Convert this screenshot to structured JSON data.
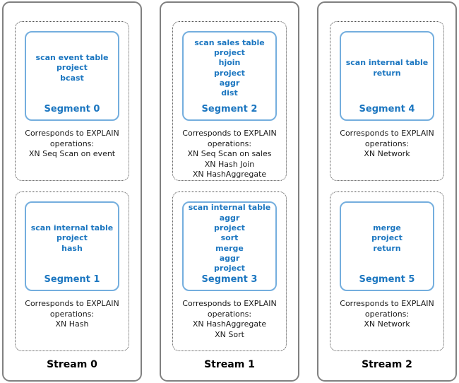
{
  "colors": {
    "op_text": "#1b76c0",
    "segment_border": "#74aede",
    "outer_border": "#808080",
    "group_border": "#4d4d4d",
    "body_text": "#1a1a1a"
  },
  "streams": [
    {
      "label": "Stream 0",
      "segments": [
        {
          "operations": [
            "scan event table",
            "project",
            "bcast"
          ],
          "name": "Segment 0",
          "explain_heading": "Corresponds to EXPLAIN operations:",
          "explain_ops": [
            "XN Seq Scan on event"
          ]
        },
        {
          "operations": [
            "scan internal table",
            "project",
            "hash"
          ],
          "name": "Segment 1",
          "explain_heading": "Corresponds to EXPLAIN operations:",
          "explain_ops": [
            "XN Hash"
          ]
        }
      ]
    },
    {
      "label": "Stream 1",
      "segments": [
        {
          "operations": [
            "scan sales table",
            "project",
            "hjoin",
            "project",
            "aggr",
            "dist"
          ],
          "name": "Segment 2",
          "explain_heading": "Corresponds to EXPLAIN operations:",
          "explain_ops": [
            "XN Seq Scan on sales",
            "XN Hash Join",
            "XN HashAggregate"
          ]
        },
        {
          "operations": [
            "scan internal table",
            "aggr",
            "project",
            "sort",
            "merge",
            "aggr",
            "project"
          ],
          "name": "Segment 3",
          "explain_heading": "Corresponds to EXPLAIN operations:",
          "explain_ops": [
            "XN HashAggregate",
            "XN Sort"
          ]
        }
      ]
    },
    {
      "label": "Stream 2",
      "segments": [
        {
          "operations": [
            "scan internal table",
            "return"
          ],
          "name": "Segment 4",
          "explain_heading": "Corresponds to EXPLAIN operations:",
          "explain_ops": [
            "XN Network"
          ]
        },
        {
          "operations": [
            "merge",
            "project",
            "return"
          ],
          "name": "Segment 5",
          "explain_heading": "Corresponds to EXPLAIN operations:",
          "explain_ops": [
            "XN Network"
          ]
        }
      ]
    }
  ]
}
